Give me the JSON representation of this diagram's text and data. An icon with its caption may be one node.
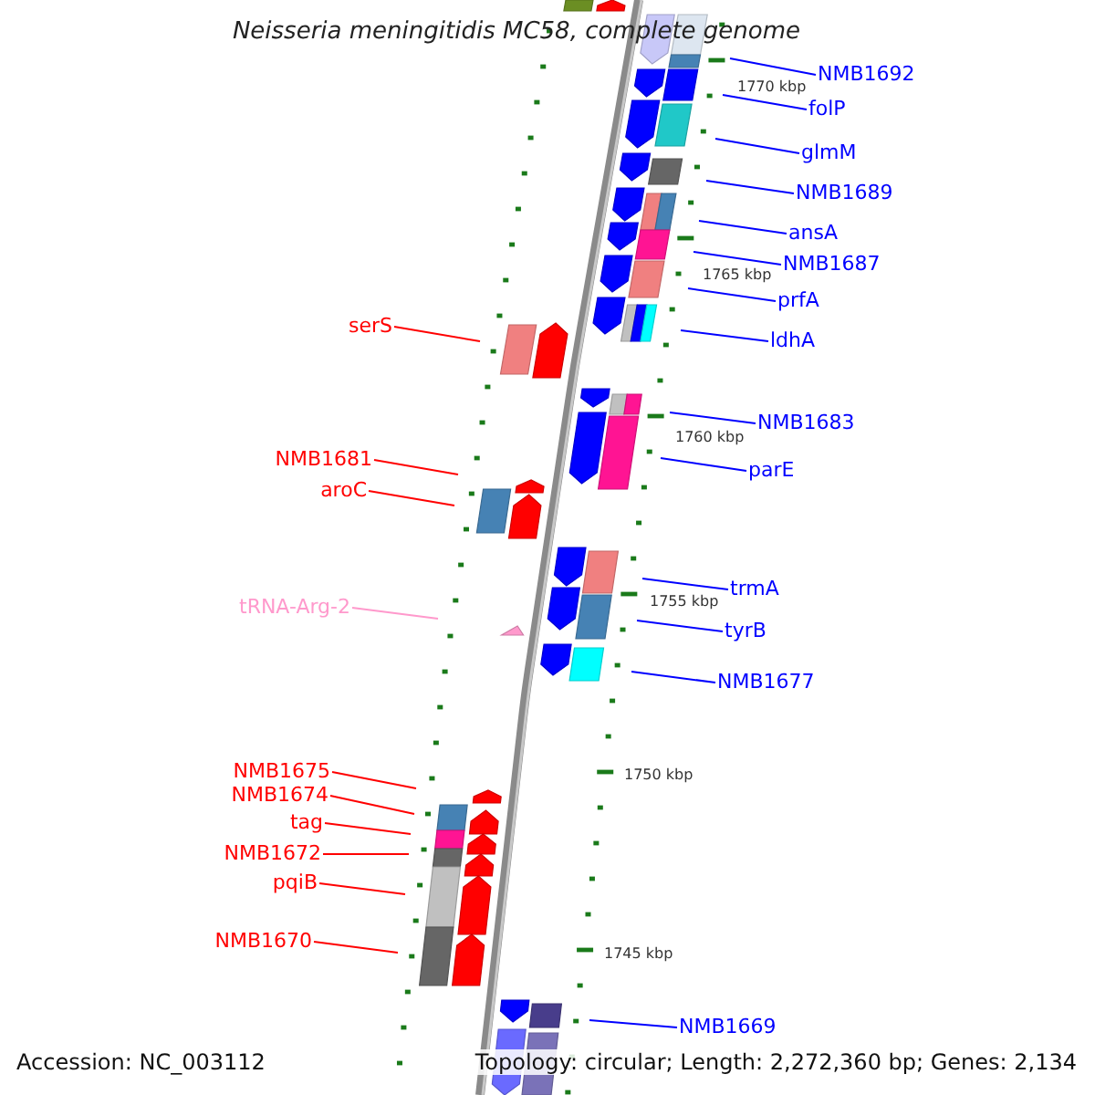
{
  "diagram": {
    "title": "Neisseria meningitidis MC58, complete genome",
    "nodes": [
      {
        "text": [
          "NMB1692"
        ]
      },
      {
        "text": [
          "folP"
        ]
      },
      {
        "text": [
          "glmM"
        ]
      },
      {
        "text": [
          "NMB1689"
        ]
      },
      {
        "text": [
          "ansA"
        ]
      },
      {
        "text": [
          "NMB1687"
        ]
      },
      {
        "text": [
          "prfA"
        ]
      },
      {
        "text": [
          "serS"
        ]
      },
      {
        "text": [
          "ldhA"
        ]
      },
      {
        "text": [
          "NMB1683"
        ]
      },
      {
        "text": [
          "NMB1681"
        ]
      },
      {
        "text": [
          "parE"
        ]
      },
      {
        "text": [
          "aroC"
        ]
      },
      {
        "text": [
          "trmA"
        ]
      },
      {
        "text": [
          "tRNA-Arg-2"
        ]
      },
      {
        "text": [
          "tyrB"
        ]
      },
      {
        "text": [
          "NMB1677"
        ]
      },
      {
        "text": [
          "NMB1675"
        ]
      },
      {
        "text": [
          "NMB1674"
        ]
      },
      {
        "text": [
          "tag"
        ]
      },
      {
        "text": [
          "NMB1672"
        ]
      },
      {
        "text": [
          "pqiB"
        ]
      },
      {
        "text": [
          "NMB1670"
        ]
      },
      {
        "text": [
          "NMB1669"
        ]
      }
    ],
    "edges": [
      {
        "from": 0,
        "to": null,
        "arrow": "none"
      },
      {
        "from": 1,
        "to": null,
        "arrow": "none"
      },
      {
        "from": 2,
        "to": null,
        "arrow": "none"
      },
      {
        "from": 3,
        "to": null,
        "arrow": "none"
      },
      {
        "from": 4,
        "to": null,
        "arrow": "none"
      },
      {
        "from": 5,
        "to": null,
        "arrow": "none"
      },
      {
        "from": 6,
        "to": null,
        "arrow": "none"
      },
      {
        "from": 7,
        "to": null,
        "arrow": "none",
        "color": "#ff0000"
      },
      {
        "from": 8,
        "to": null,
        "arrow": "none"
      },
      {
        "from": 9,
        "to": null,
        "arrow": "none"
      },
      {
        "from": 10,
        "to": null,
        "arrow": "none",
        "color": "#ff0000"
      },
      {
        "from": 11,
        "to": null,
        "arrow": "none"
      },
      {
        "from": 12,
        "to": null,
        "arrow": "none",
        "color": "#ff0000"
      },
      {
        "from": 13,
        "to": null,
        "arrow": "none"
      },
      {
        "from": 14,
        "to": null,
        "arrow": "none",
        "color": "#ff99cc"
      },
      {
        "from": 15,
        "to": null,
        "arrow": "none"
      },
      {
        "from": 16,
        "to": null,
        "arrow": "none"
      },
      {
        "from": 17,
        "to": null,
        "arrow": "none",
        "color": "#ff0000"
      },
      {
        "from": 18,
        "to": null,
        "arrow": "none",
        "color": "#ff0000"
      },
      {
        "from": 19,
        "to": null,
        "arrow": "none",
        "color": "#ff0000"
      },
      {
        "from": 20,
        "to": null,
        "arrow": "none",
        "color": "#ff0000"
      },
      {
        "from": 21,
        "to": null,
        "arrow": "none",
        "color": "#ff0000"
      },
      {
        "from": 22,
        "to": null,
        "arrow": "none",
        "color": "#ff0000"
      },
      {
        "from": 23,
        "to": null,
        "arrow": "none"
      }
    ],
    "labels": [
      "1770 kbp",
      "1765 kbp",
      "1760 kbp",
      "1755 kbp",
      "1750 kbp",
      "1745 kbp",
      "Accession: NC_003112",
      "Topology: circular; Length: 2,272,360 bp; Genes: 2,134"
    ]
  }
}
